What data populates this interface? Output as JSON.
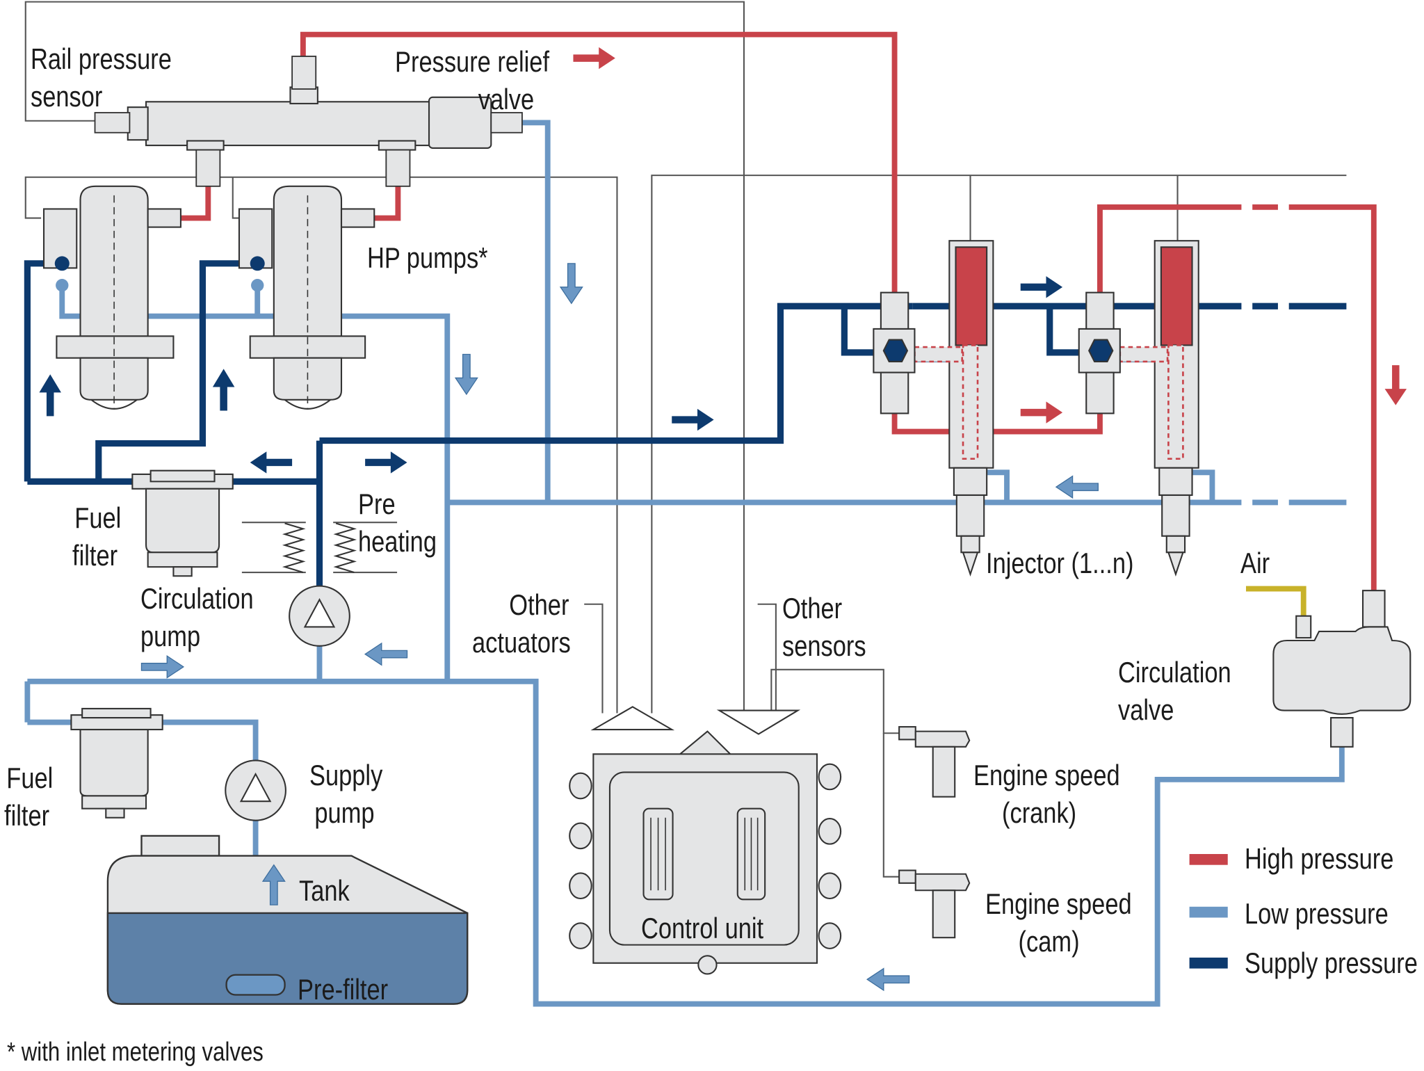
{
  "labels": {
    "rail_pressure_sensor": [
      "Rail pressure",
      "sensor"
    ],
    "pressure_relief_valve": [
      "Pressure relief",
      "valve"
    ],
    "hp_pumps": "HP pumps*",
    "fuel_filter_upper": [
      "Fuel",
      "filter"
    ],
    "pre_heating": [
      "Pre",
      "heating"
    ],
    "circulation_pump": [
      "Circulation",
      "pump"
    ],
    "injector": "Injector (1...n)",
    "air": "Air",
    "other_actuators": [
      "Other",
      "actuators"
    ],
    "other_sensors": [
      "Other",
      "sensors"
    ],
    "circulation_valve": [
      "Circulation",
      "valve"
    ],
    "fuel_filter_lower": [
      "Fuel",
      "filter"
    ],
    "supply_pump": [
      "Supply",
      "pump"
    ],
    "tank": "Tank",
    "pre_filter": "Pre-filter",
    "control_unit": "Control unit",
    "engine_speed_crank": [
      "Engine speed",
      "(crank)"
    ],
    "engine_speed_cam": [
      "Engine speed",
      "(cam)"
    ],
    "footnote": "* with inlet metering valves"
  },
  "legend": [
    {
      "label": "High pressure",
      "color": "#c8434a"
    },
    {
      "label": "Low pressure",
      "color": "#6b97c4"
    },
    {
      "label": "Supply pressure",
      "color": "#0d3a6e"
    }
  ],
  "colors": {
    "high_pressure": "#c8434a",
    "low_pressure": "#6b97c4",
    "supply_pressure": "#0d3a6e",
    "air": "#c8b22a",
    "component_fill": "#e4e5e6",
    "tank_fuel": "#5d81a8"
  }
}
